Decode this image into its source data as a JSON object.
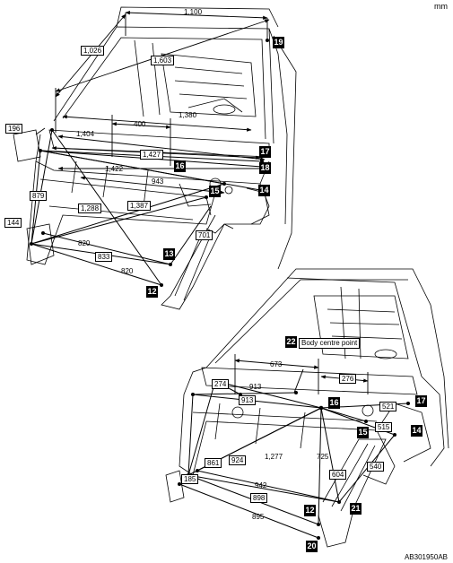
{
  "unit": "mm",
  "figure_code": "AB301950AB",
  "top_view": {
    "dimensions": [
      "1,100",
      "1,026",
      "1,603",
      "1,380",
      "400",
      "196",
      "1,404",
      "1,427",
      "1,422",
      "943",
      "879",
      "1,387",
      "1,288",
      "144",
      "820",
      "833",
      "820",
      "701"
    ],
    "markers": [
      "19",
      "17",
      "18",
      "16",
      "15",
      "14",
      "13",
      "12"
    ]
  },
  "bottom_view": {
    "callout": "Body centre point",
    "dimensions": [
      "673",
      "276",
      "274",
      "913",
      "913",
      "521",
      "515",
      "725",
      "604",
      "540",
      "861",
      "924",
      "1,277",
      "185",
      "942",
      "898",
      "895"
    ],
    "markers": [
      "22",
      "16",
      "17",
      "15",
      "14",
      "12",
      "21",
      "20"
    ]
  }
}
